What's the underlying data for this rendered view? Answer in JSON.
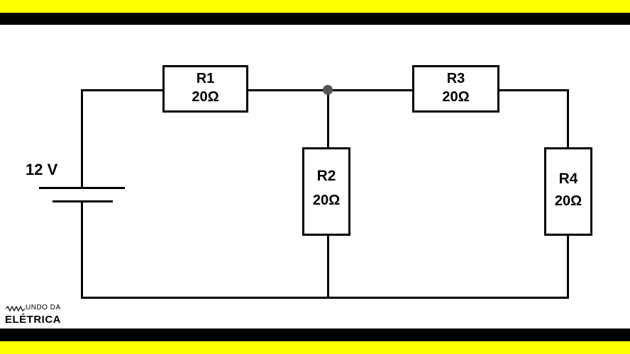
{
  "colors": {
    "band_yellow": "#ffff00",
    "band_black": "#000000",
    "wire": "#000000",
    "node": "#555555"
  },
  "source": {
    "label": "12 V"
  },
  "resistors": [
    {
      "name": "R1",
      "value": "20Ω"
    },
    {
      "name": "R2",
      "value": "20Ω"
    },
    {
      "name": "R3",
      "value": "20Ω"
    },
    {
      "name": "R4",
      "value": "20Ω"
    }
  ],
  "logo": {
    "top_line": "UNDO DA",
    "bottom_line": "ELÉTRICA"
  }
}
